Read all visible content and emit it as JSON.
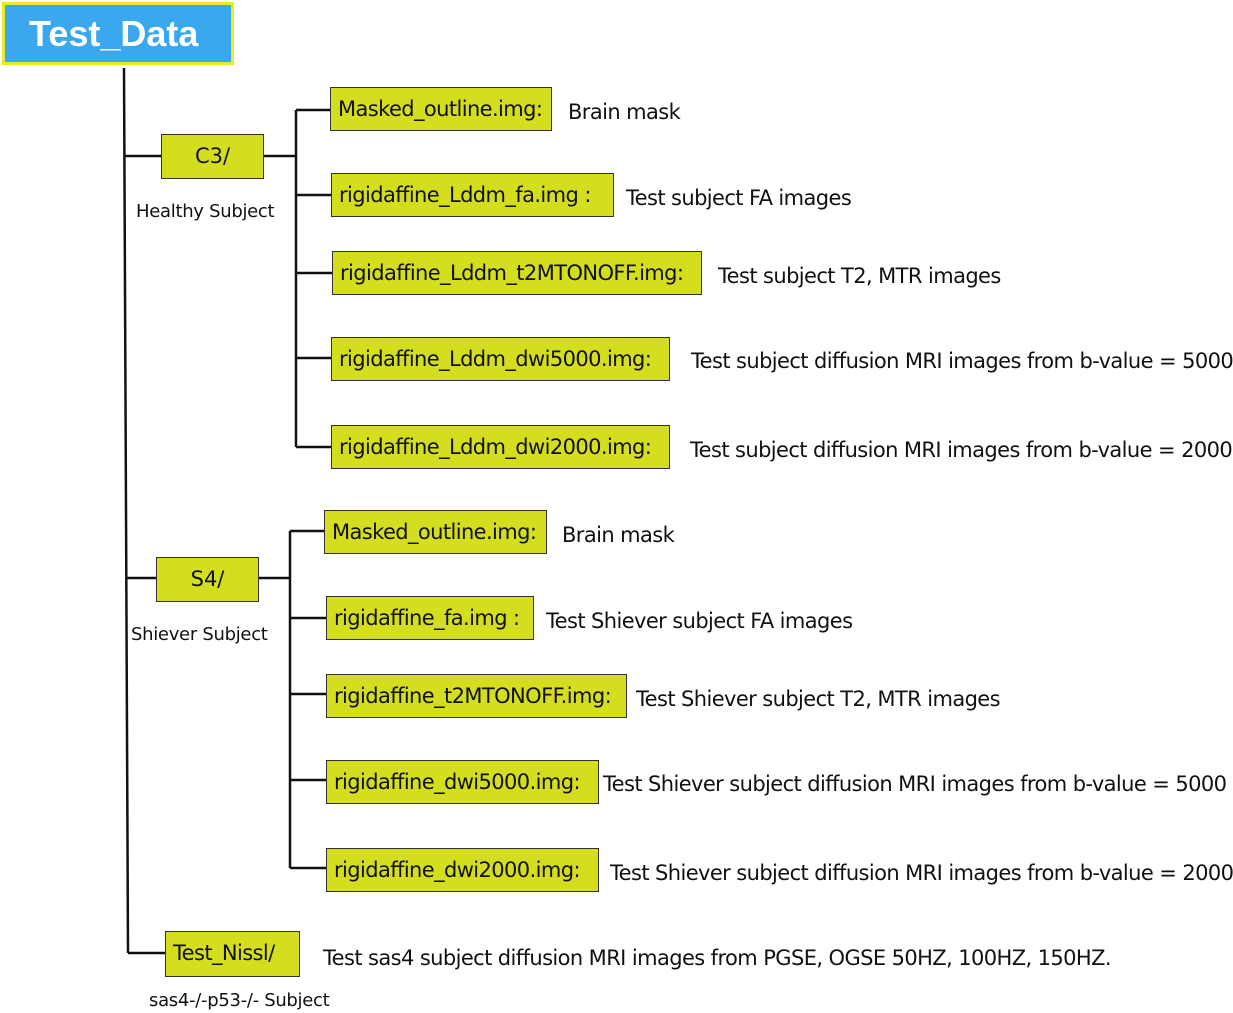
{
  "root": {
    "label": "Test_Data"
  },
  "groups": [
    {
      "folder": "C3/",
      "subtitle": "Healthy Subject",
      "files": [
        {
          "name": "Masked_outline.img:",
          "description": "Brain mask"
        },
        {
          "name": "rigidaffine_Lddm_fa.img :",
          "description": "Test subject FA images"
        },
        {
          "name": "rigidaffine_Lddm_t2MTONOFF.img:",
          "description": "Test subject T2, MTR images"
        },
        {
          "name": "rigidaffine_Lddm_dwi5000.img:",
          "description": "Test subject diffusion MRI images from b-value = 5000"
        },
        {
          "name": "rigidaffine_Lddm_dwi2000.img:",
          "description": "Test subject diffusion MRI images from b-value = 2000"
        }
      ]
    },
    {
      "folder": "S4/",
      "subtitle": "Shiever Subject",
      "files": [
        {
          "name": "Masked_outline.img:",
          "description": "Brain mask"
        },
        {
          "name": "rigidaffine_fa.img :",
          "description": "Test Shiever subject FA images"
        },
        {
          "name": "rigidaffine_t2MTONOFF.img:",
          "description": "Test Shiever subject  T2, MTR images"
        },
        {
          "name": "rigidaffine_dwi5000.img:",
          "description": "Test Shiever subject  diffusion MRI images from b-value = 5000"
        },
        {
          "name": "rigidaffine_dwi2000.img:",
          "description": "Test Shiever subject  diffusion MRI images from b-value = 2000"
        }
      ]
    },
    {
      "folder": "Test_Nissl/",
      "subtitle": "sas4-/-p53-/- Subject",
      "description": "Test sas4 subject  diffusion MRI images from PGSE, OGSE 50HZ, 100HZ, 150HZ."
    }
  ],
  "colors": {
    "root_fill": "#3aa7ef",
    "root_border": "#e8ec1e",
    "box_fill": "#d4de1f",
    "line": "#111111"
  }
}
